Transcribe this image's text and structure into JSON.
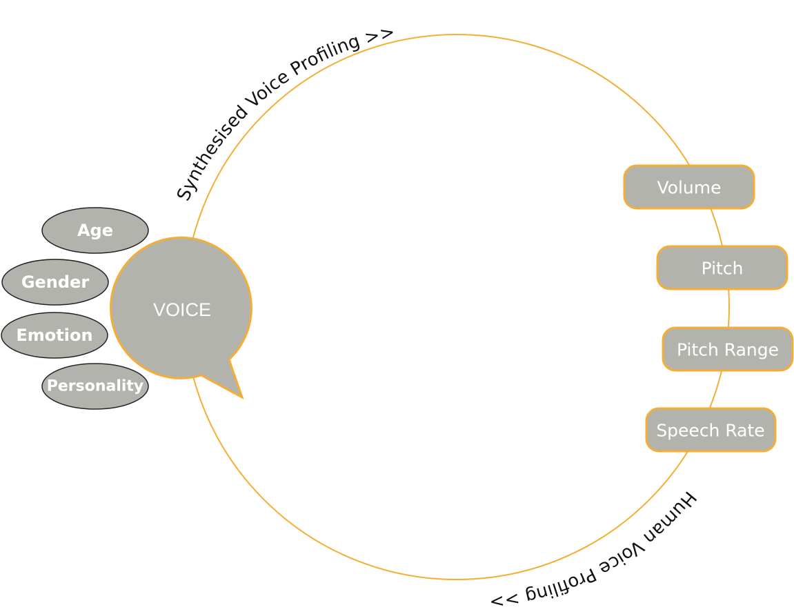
{
  "diagram": {
    "arc_labels": {
      "top": "Synthesised Voice Profiling  >>",
      "bottom": "Human Voice Profiling  >>"
    },
    "center": {
      "label": "VOICE"
    },
    "traits": [
      "Age",
      "Gender",
      "Emotion",
      "Personality"
    ],
    "features": [
      "Volume",
      "Pitch",
      "Pitch Range",
      "Speech Rate"
    ],
    "colors": {
      "accent": "#f5ae33",
      "node_fill": "#b3b3ae",
      "node_text": "#ffffff",
      "ellipse_outline": "#222222",
      "label_text": "#111111"
    }
  }
}
